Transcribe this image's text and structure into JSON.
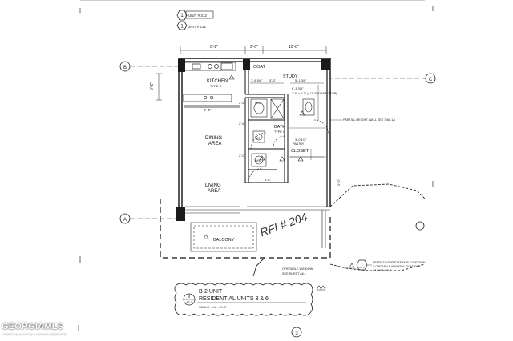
{
  "rooms": {
    "kitchen": "KITCHEN",
    "kitchen_type": "TYPE C",
    "coat": "COAT",
    "study": "STUDY",
    "dining": "DINING",
    "dining2": "AREA",
    "living": "LIVING",
    "living2": "AREA",
    "bath": "BATH",
    "bath_type": "TYPE G",
    "closet": "CLOSET",
    "balcony": "BALCONY",
    "wd": "W/D",
    "wh": "W/H",
    "wd2": "W/D"
  },
  "dimensions": {
    "d1": "8'-2\"",
    "d2": "2'-0\"",
    "d3": "10'-8\"",
    "d4": "8'-2\"",
    "d5": "9'-4\"",
    "d6": "3'-8 5/8\"",
    "d7": "3'-6\"",
    "d8": "5'-6\"",
    "d9": "2'-6\"",
    "d10": "2'-6\"",
    "d11": "6'-1 3/4\"",
    "d12": "2'-0\"",
    "d13": "5'-1 3/8\"",
    "d14": "3'-0 1/2\""
  },
  "notes": {
    "partial_wall": "PARTIAL HEIGHT WALL SEE 3/A6.1A",
    "opt_wall": "UNIT # 312",
    "unit_ref": "UNIT # 212",
    "tilesh": "2'-6\" x 5'-0\" (ALT. SHOWER STOR)",
    "operable": "OPERABLE WINDOW,",
    "operable2": "SEE SHEET A6.1",
    "refer1": "REFER TO FOR EXTERIOR CONDITION",
    "refer2": "& OPERABLE WINDOW LOCATIONS",
    "refer3": "AT UNIT # 312",
    "detail_num": "1",
    "detail_sheet": "A3.8",
    "closet_sub": "PANTRY"
  },
  "handwriting": "RFI # 204",
  "grid": {
    "b": "B",
    "a": "A",
    "c": "C",
    "one": "1",
    "three": "3"
  },
  "title_block": {
    "line1": "B-2 UNIT",
    "line2": "RESIDENTIAL UNITS 3 & 6",
    "scale": "SCALE: 1/4\" = 1'-0\"",
    "tag_num": "4",
    "tag_sheet": "A3.3"
  },
  "watermark": {
    "main": "GEORGIAMLS",
    "sub": "FIRST MULTIPLE LISTING SERVICE"
  }
}
